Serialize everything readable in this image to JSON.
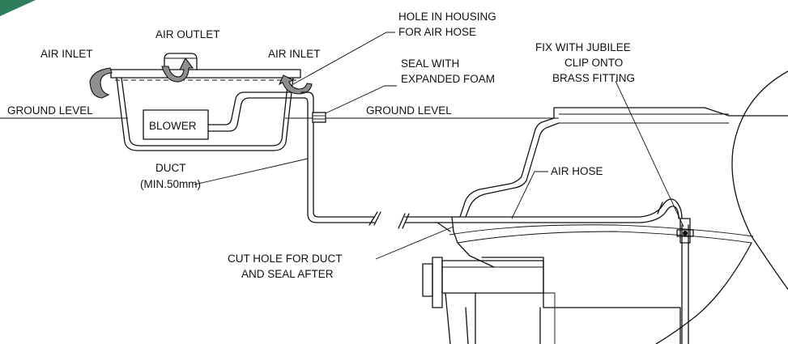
{
  "labels": {
    "air_outlet": "AIR OUTLET",
    "air_inlet_left": "AIR INLET",
    "air_inlet_right": "AIR INLET",
    "ground_level_left": "GROUND LEVEL",
    "ground_level_right": "GROUND LEVEL",
    "blower": "BLOWER",
    "hole_housing_line1": "HOLE IN HOUSING",
    "hole_housing_line2": "FOR AIR HOSE",
    "seal_foam_line1": "SEAL WITH",
    "seal_foam_line2": "EXPANDED FOAM",
    "jubilee_line1": "FIX WITH JUBILEE",
    "jubilee_line2": "CLIP ONTO",
    "jubilee_line3": "BRASS FITTING",
    "duct_line1": "DUCT",
    "duct_line2": "(MIN.50mm)",
    "air_hose": "AIR HOSE",
    "cut_hole_line1": "CUT HOLE FOR DUCT",
    "cut_hole_line2": "AND SEAL AFTER"
  },
  "colors": {
    "corner_accent": "#2e7d5b",
    "arrow_fill": "#8f8f8f",
    "line": "#111111"
  }
}
